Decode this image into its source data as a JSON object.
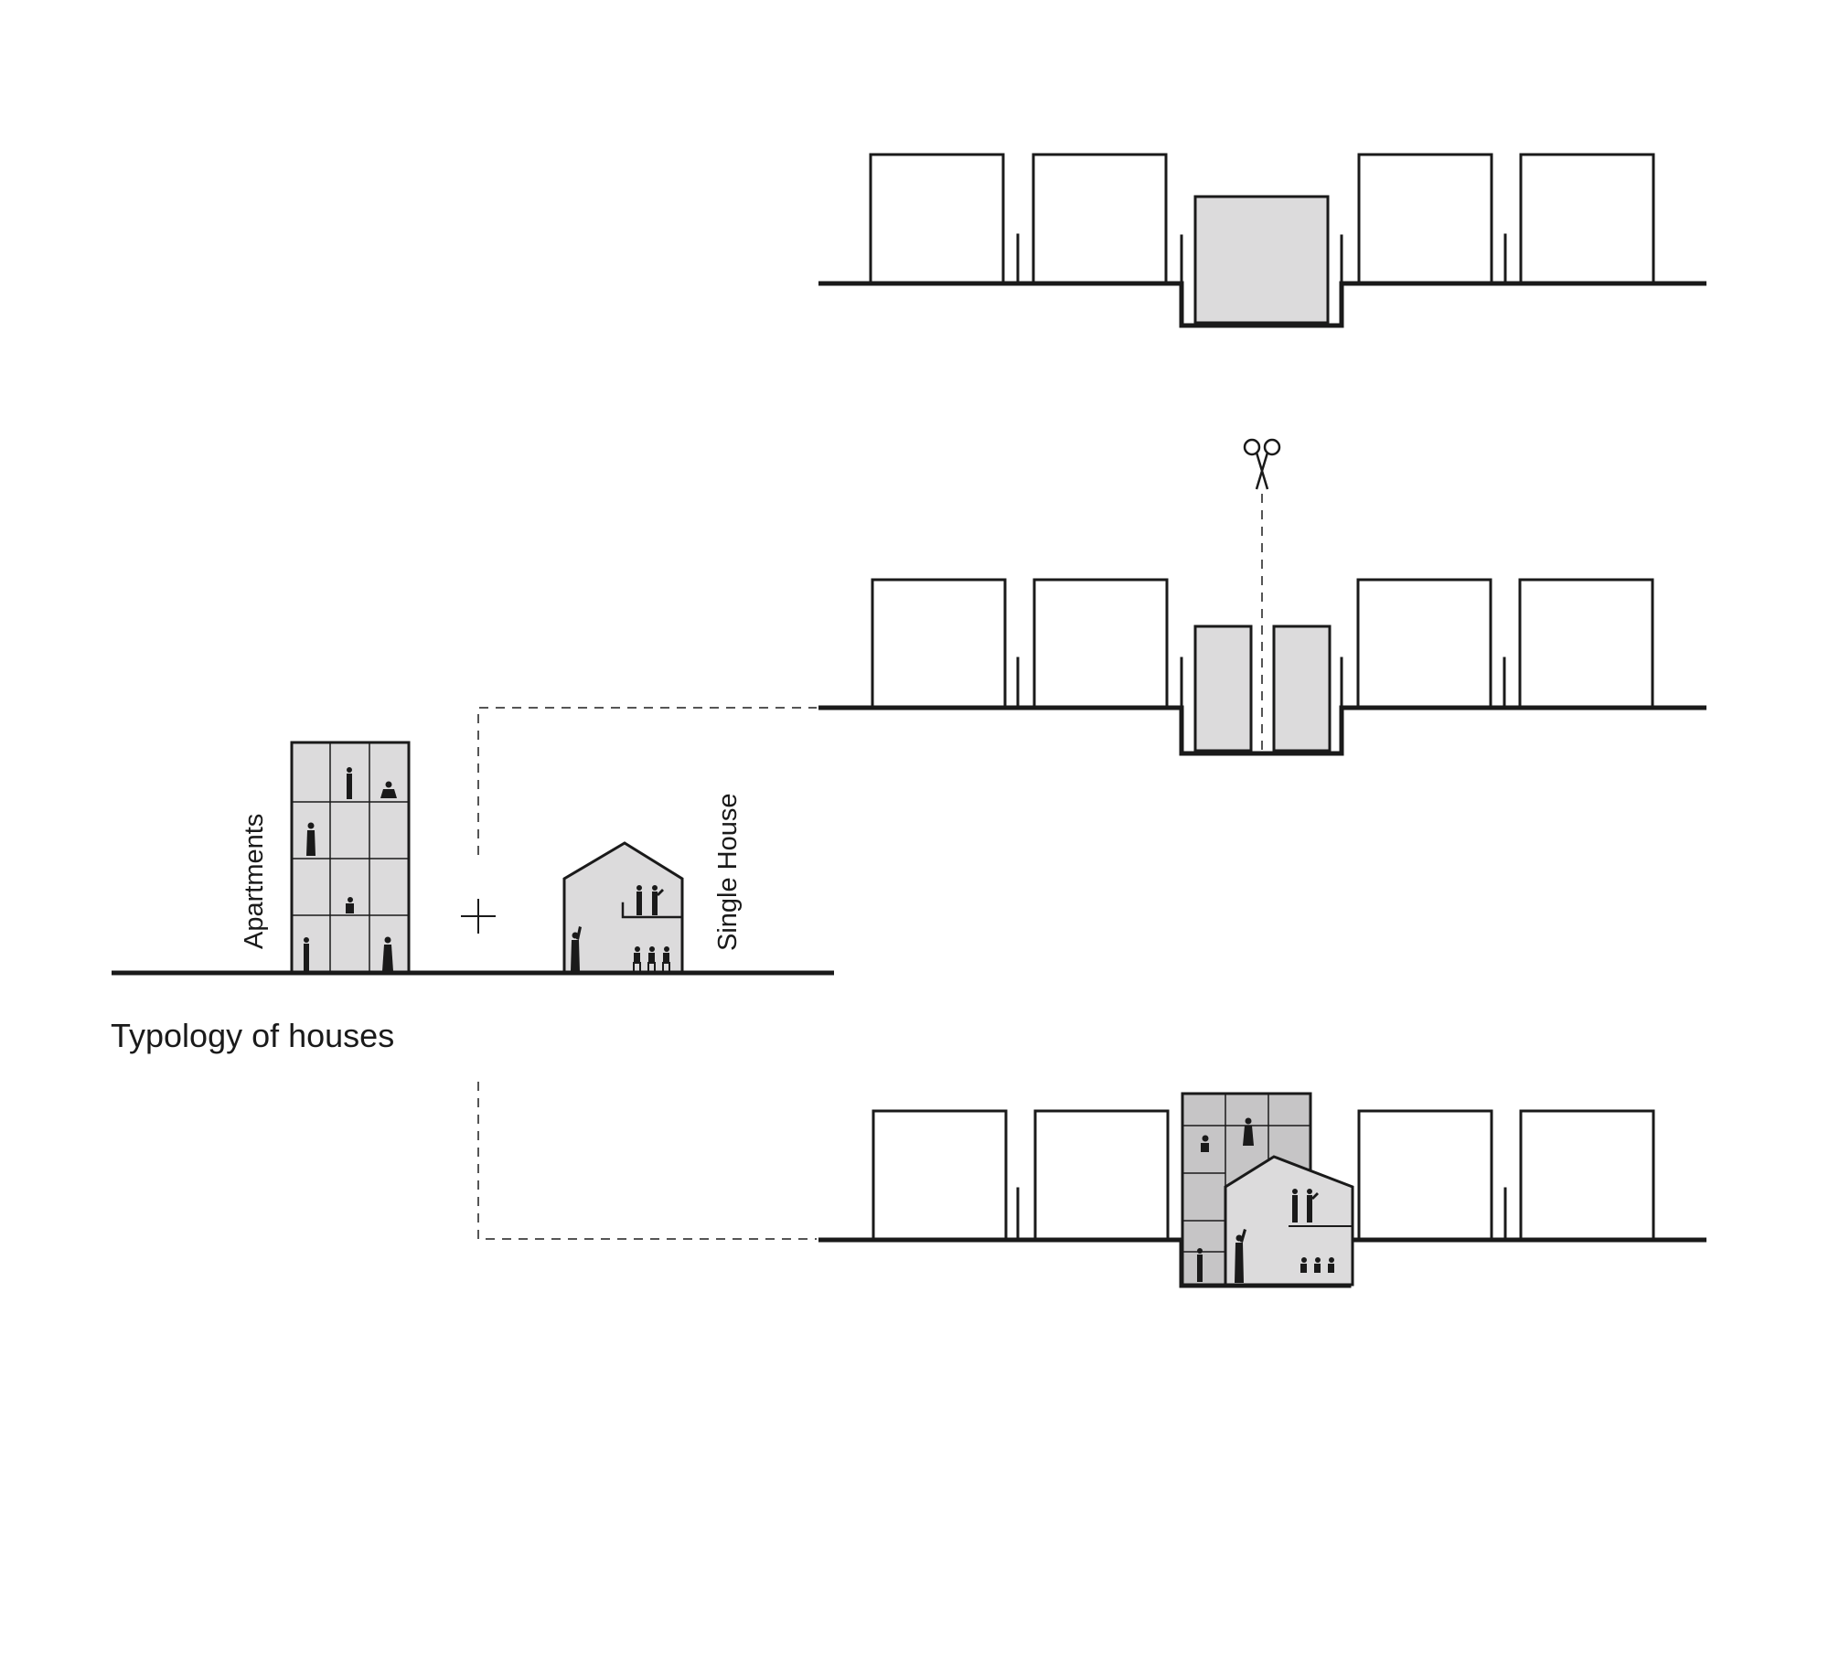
{
  "labels": {
    "apartments": "Apartments",
    "single_house": "Single House",
    "typology": "Typology of houses"
  },
  "icons": {
    "scissors": "scissors-icon",
    "plus": "plus-icon"
  },
  "colors": {
    "line": "#1a1a1a",
    "fill_light": "#dcdbdc",
    "fill_dark": "#c6c5c6",
    "background": "#ffffff"
  }
}
